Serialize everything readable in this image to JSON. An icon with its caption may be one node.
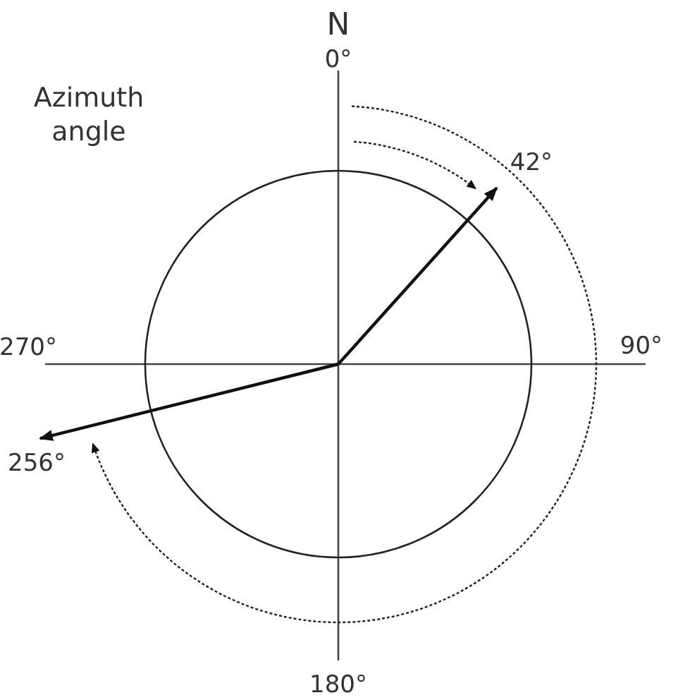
{
  "diagram": {
    "labels": [
      "N",
      "0°",
      "Azimuth angle",
      "42°",
      "270°",
      "90°",
      "256°",
      "180°"
    ]
  }
}
